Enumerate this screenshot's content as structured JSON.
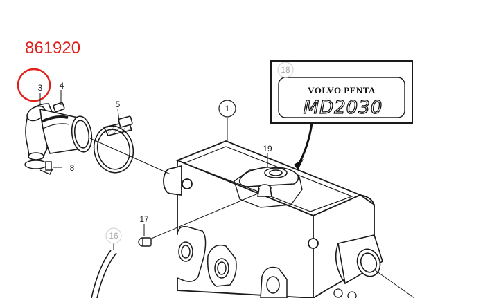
{
  "part_number": "861920",
  "colors": {
    "highlight": "#e0201b",
    "ink": "#1a1a1a",
    "muted": "#b0b0b0"
  },
  "callouts": [
    {
      "id": "1",
      "text": "1"
    },
    {
      "id": "3",
      "text": "3"
    },
    {
      "id": "4",
      "text": "4"
    },
    {
      "id": "5",
      "text": "5"
    },
    {
      "id": "8",
      "text": "8"
    },
    {
      "id": "16",
      "text": "16"
    },
    {
      "id": "17",
      "text": "17"
    },
    {
      "id": "18",
      "text": "18"
    },
    {
      "id": "19",
      "text": "19"
    }
  ],
  "decal": {
    "brand": "VOLVO PENTA",
    "model": "MD2030"
  },
  "highlighted_part": "3"
}
